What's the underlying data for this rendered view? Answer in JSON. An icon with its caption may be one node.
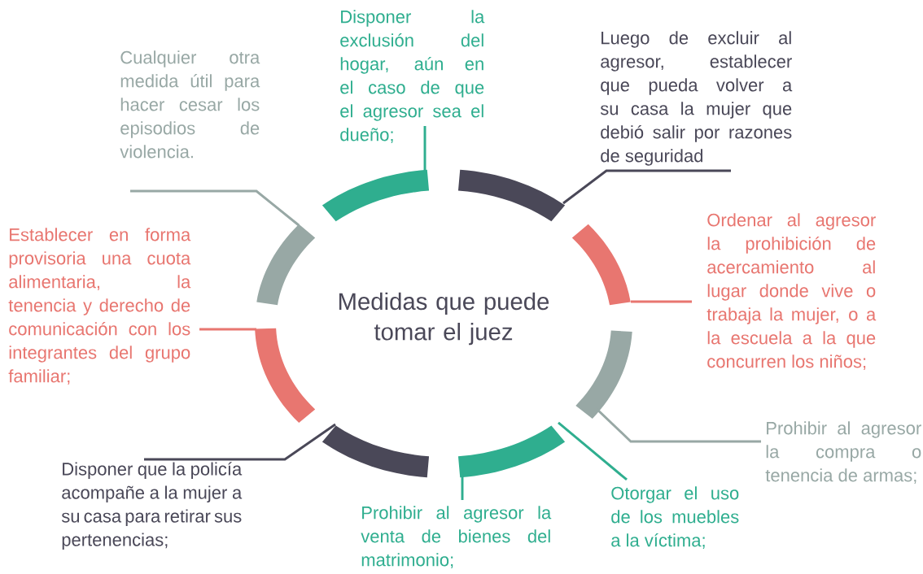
{
  "diagram": {
    "nodes": [
      {
        "text": [
          "Disponer la exclusión del hogar, aún en el caso de que el agresor sea el dueño;"
        ]
      },
      {
        "text": [
          "Luego de excluir al agresor, establecer que pueda volver a su casa la mujer que debió salir por razones de seguridad"
        ]
      },
      {
        "text": [
          "Cualquier otra medida útil para hacer cesar los episodios de violencia."
        ]
      },
      {
        "text": [
          "Ordenar al agresor la prohibición de acercamiento al lugar donde vive o trabaja la mujer, o a la escuela a la que concurren los niños;"
        ]
      },
      {
        "text": [
          "Establecer en forma provisoria una cuota alimentaria, la tenencia y derecho de comunicación con los integrantes del grupo familiar;"
        ]
      },
      {
        "text": [
          "Medidas que puede tomar el juez"
        ]
      },
      {
        "text": [
          "Prohibir al agresor la compra o tenencia de armas;"
        ]
      },
      {
        "text": [
          "Disponer que la policía acompañe a la mujer a su casa para retirar sus pertenencias;"
        ]
      },
      {
        "text": [
          "Prohibir al agresor la venta de bienes del matrimonio;"
        ]
      },
      {
        "text": [
          "Otorgar el uso de los muebles a la víctima;"
        ]
      },
      {
        "text": [],
        "shape": "arc"
      },
      {
        "text": [],
        "shape": "arc"
      },
      {
        "text": [],
        "shape": "arc"
      },
      {
        "text": [],
        "shape": "arc"
      },
      {
        "text": [],
        "shape": "arc"
      },
      {
        "text": [],
        "shape": "arc"
      },
      {
        "text": [],
        "shape": "arc"
      },
      {
        "text": [],
        "shape": "arc"
      }
    ],
    "edges": [
      {
        "from": 0,
        "to": 10,
        "arrow": "none"
      },
      {
        "from": 1,
        "to": 11,
        "arrow": "none",
        "color": "#4a4858"
      },
      {
        "from": 2,
        "to": 12,
        "arrow": "none",
        "color": "#98a8a5"
      },
      {
        "from": 3,
        "to": 13,
        "arrow": "none",
        "color": "#e87670"
      },
      {
        "from": 4,
        "to": 14,
        "arrow": "none",
        "color": "#e87670"
      },
      {
        "from": 6,
        "to": 15,
        "arrow": "none",
        "color": "#98a8a5"
      },
      {
        "from": 7,
        "to": 16,
        "arrow": "none",
        "color": "#4a4858"
      },
      {
        "from": 8,
        "to": 17,
        "arrow": "none"
      },
      {
        "from": 9,
        "to": 17,
        "arrow": "none"
      }
    ]
  }
}
